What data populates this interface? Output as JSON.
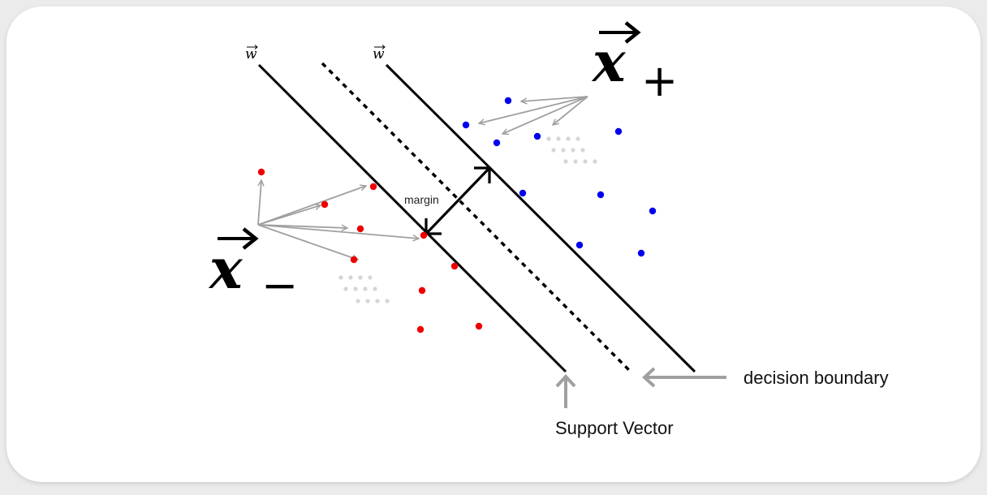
{
  "labels": {
    "w_left": "w",
    "w_right": "w",
    "x_plus_base": "x",
    "x_plus_sub": "+",
    "x_minus_base": "x",
    "x_minus_sub": "−",
    "margin": "margin",
    "decision_boundary": "decision boundary",
    "support_vector": "Support Vector"
  },
  "colors": {
    "positive": "#0000ee",
    "negative": "#ee0000",
    "line": "#000000",
    "arrow_gray": "#a0a0a0",
    "dots_light": "#d6d6d6",
    "card": "#ffffff",
    "background": "#ebebeb"
  },
  "icons": {
    "vector_arrow": "vector-arrow-icon"
  }
}
